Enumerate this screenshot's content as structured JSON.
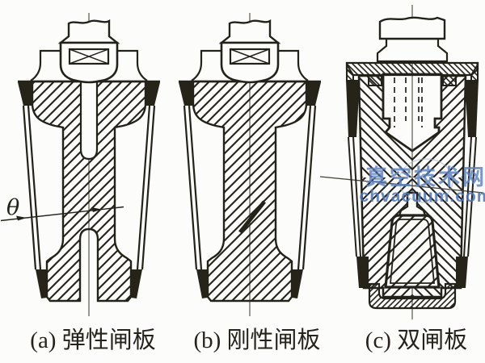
{
  "figures": [
    {
      "id": "a",
      "caption": "(a) 弹性闸板",
      "angle_label": "θ"
    },
    {
      "id": "b",
      "caption": "(b) 刚性闸板"
    },
    {
      "id": "c",
      "caption": "(c) 双闸板"
    }
  ],
  "watermark": {
    "site_name": "真空技术网",
    "site_domain": "chvacuum.com"
  },
  "colors": {
    "ink": "#23221a",
    "seal_black": "#262419",
    "watermark_blue": "#4d7cc5",
    "background": "#fcfcfa"
  }
}
